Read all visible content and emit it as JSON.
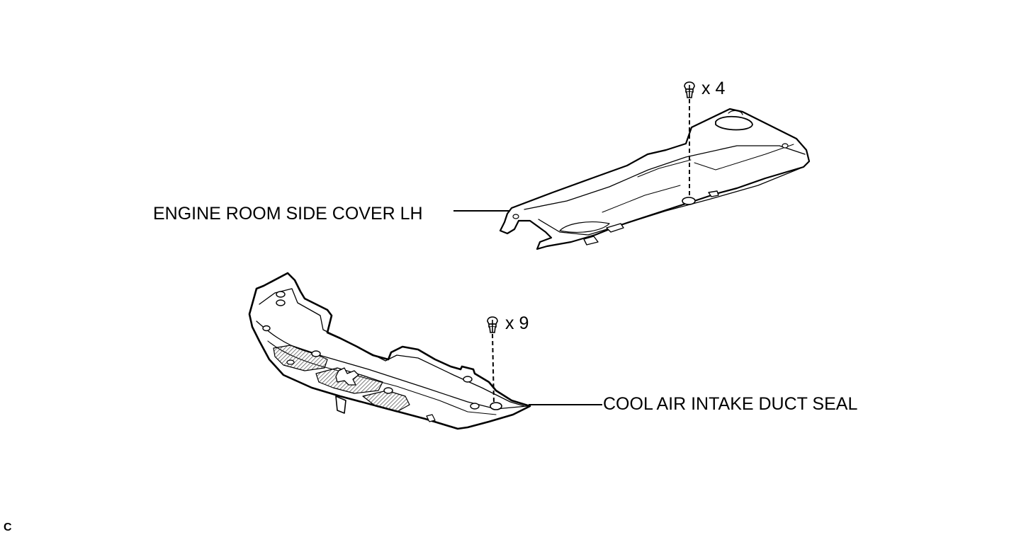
{
  "labels": {
    "side_cover": "ENGINE ROOM SIDE COVER LH",
    "duct_seal": "COOL AIR INTAKE DUCT SEAL"
  },
  "quantities": {
    "side_cover_clips": "x 4",
    "duct_seal_clips": "x 9"
  },
  "corner_mark": "C",
  "colors": {
    "line": "#000000",
    "background": "#ffffff",
    "hatch": "#555555"
  },
  "icons": [
    "clip-icon",
    "clip-icon"
  ]
}
